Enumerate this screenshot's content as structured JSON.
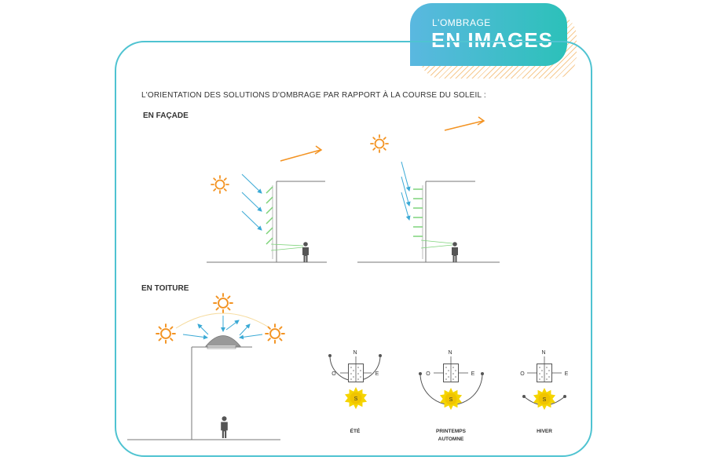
{
  "badge": {
    "subtitle": "L'OMBRAGE",
    "title": "EN IMAGES"
  },
  "intro": "L'ORIENTATION DES SOLUTIONS D'OMBRAGE PAR RAPPORT À LA COURSE DU SOLEIL :",
  "sections": {
    "facade": "EN FAÇADE",
    "roof": "EN TOITURE"
  },
  "compass": {
    "north": "N",
    "south": "S",
    "east": "E",
    "west": "O"
  },
  "seasons": [
    {
      "label_line1": "ÉTÉ",
      "label_line2": ""
    },
    {
      "label_line1": "PRINTEMPS",
      "label_line2": "AUTOMNE"
    },
    {
      "label_line1": "HIVER",
      "label_line2": ""
    }
  ],
  "colors": {
    "frame": "#4fc3d1",
    "sun": "#f39322",
    "ray": "#3aa9d5",
    "slat": "#7ed37a",
    "person": "#555555"
  }
}
